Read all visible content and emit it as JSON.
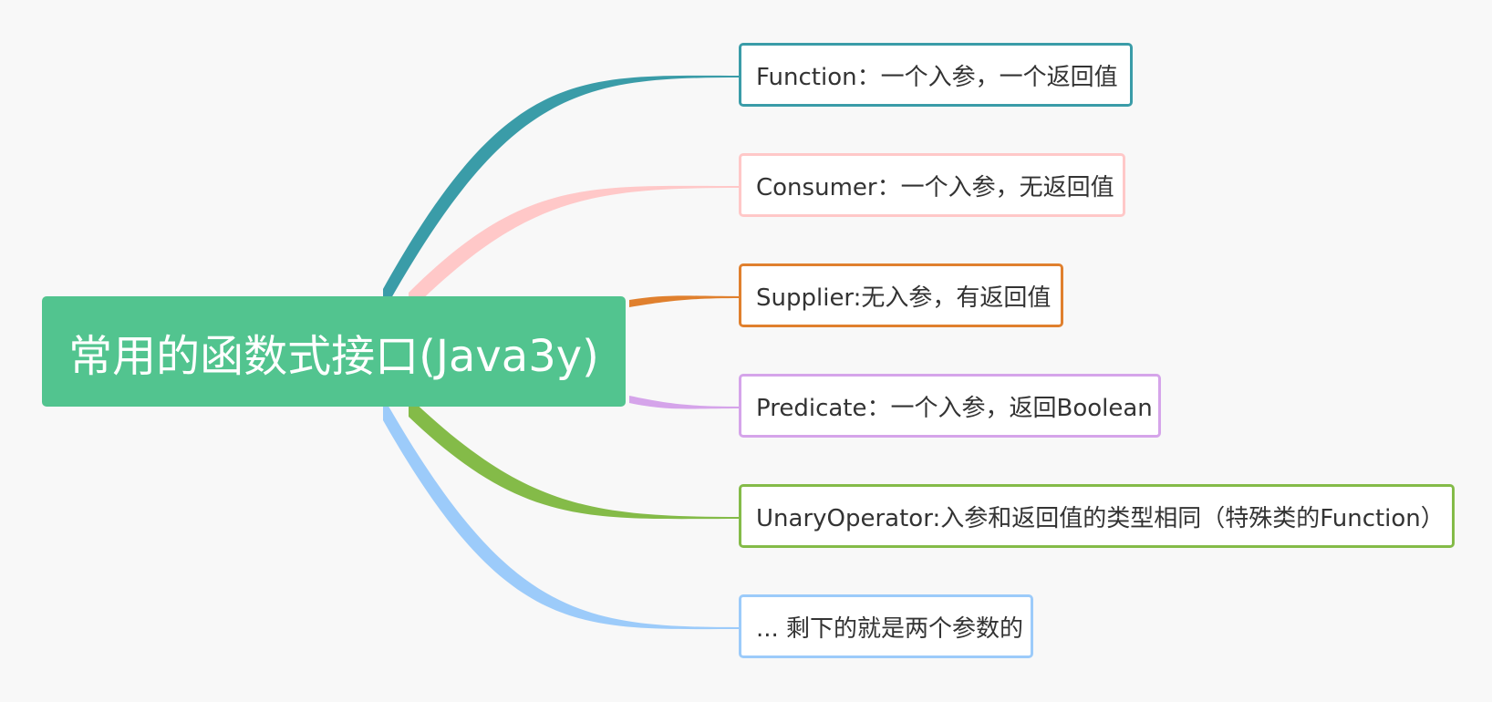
{
  "root": {
    "label": "常用的函数式接口(Java3y)",
    "color": "#52c48f"
  },
  "branches": [
    {
      "label": "Function：一个入参，一个返回值",
      "color": "#3a9ca8"
    },
    {
      "label": "Consumer：一个入参，无返回值",
      "color": "#ffc8c8"
    },
    {
      "label": "Supplier:无入参，有返回值",
      "color": "#e0802e"
    },
    {
      "label": "Predicate：一个入参，返回Boolean",
      "color": "#d5a4ea"
    },
    {
      "label": "UnaryOperator:入参和返回值的类型相同（特殊类的Function）",
      "color": "#84bb48"
    },
    {
      "label": "... 剩下的就是两个参数的",
      "color": "#9ccbfa"
    }
  ]
}
